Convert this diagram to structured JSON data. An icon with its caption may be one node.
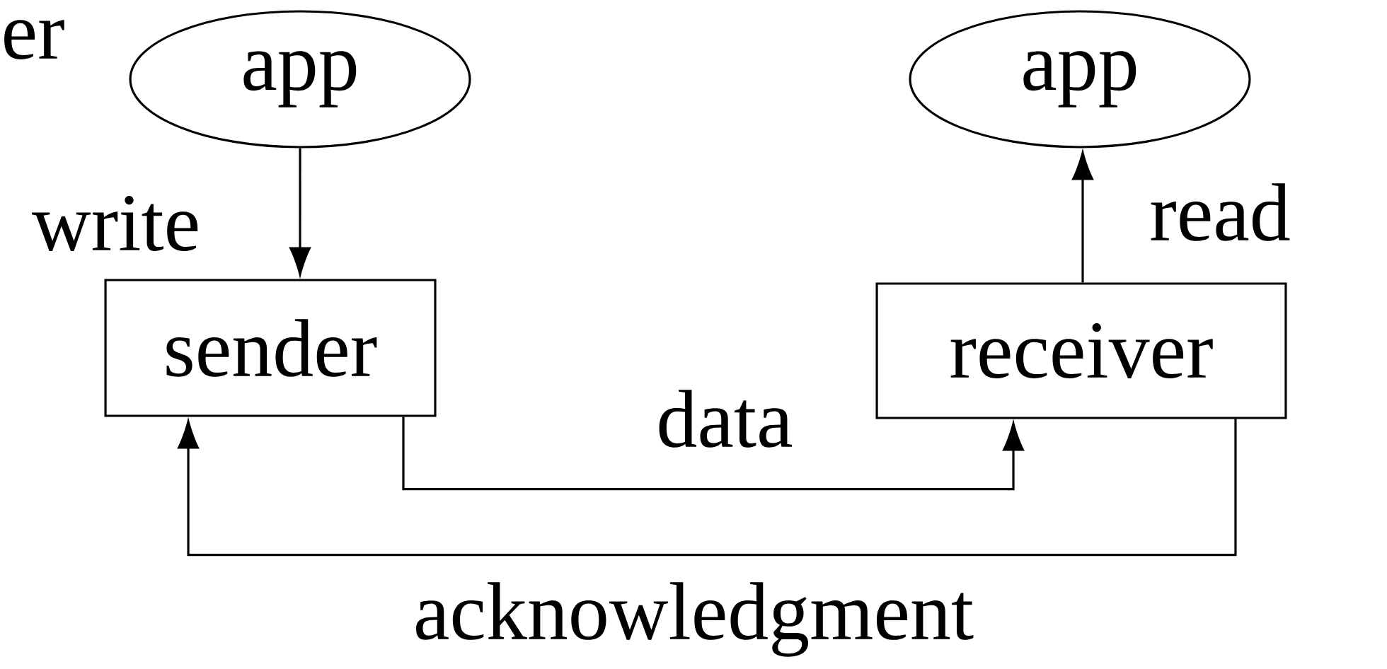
{
  "diagram": {
    "nodes": [
      {
        "text": [
          "app"
        ]
      },
      {
        "text": [
          "app"
        ]
      },
      {
        "text": [
          "sender"
        ]
      },
      {
        "text": [
          "receiver"
        ]
      }
    ],
    "edges": [
      {
        "from": 0,
        "to": 2,
        "arrow": "to",
        "label": "write"
      },
      {
        "from": 3,
        "to": 1,
        "arrow": "to",
        "label": "read"
      },
      {
        "from": 2,
        "to": 3,
        "arrow": "to",
        "label": "data"
      },
      {
        "from": 3,
        "to": 2,
        "arrow": "to",
        "label": "acknowledgment"
      }
    ],
    "labels": [
      "er"
    ]
  }
}
